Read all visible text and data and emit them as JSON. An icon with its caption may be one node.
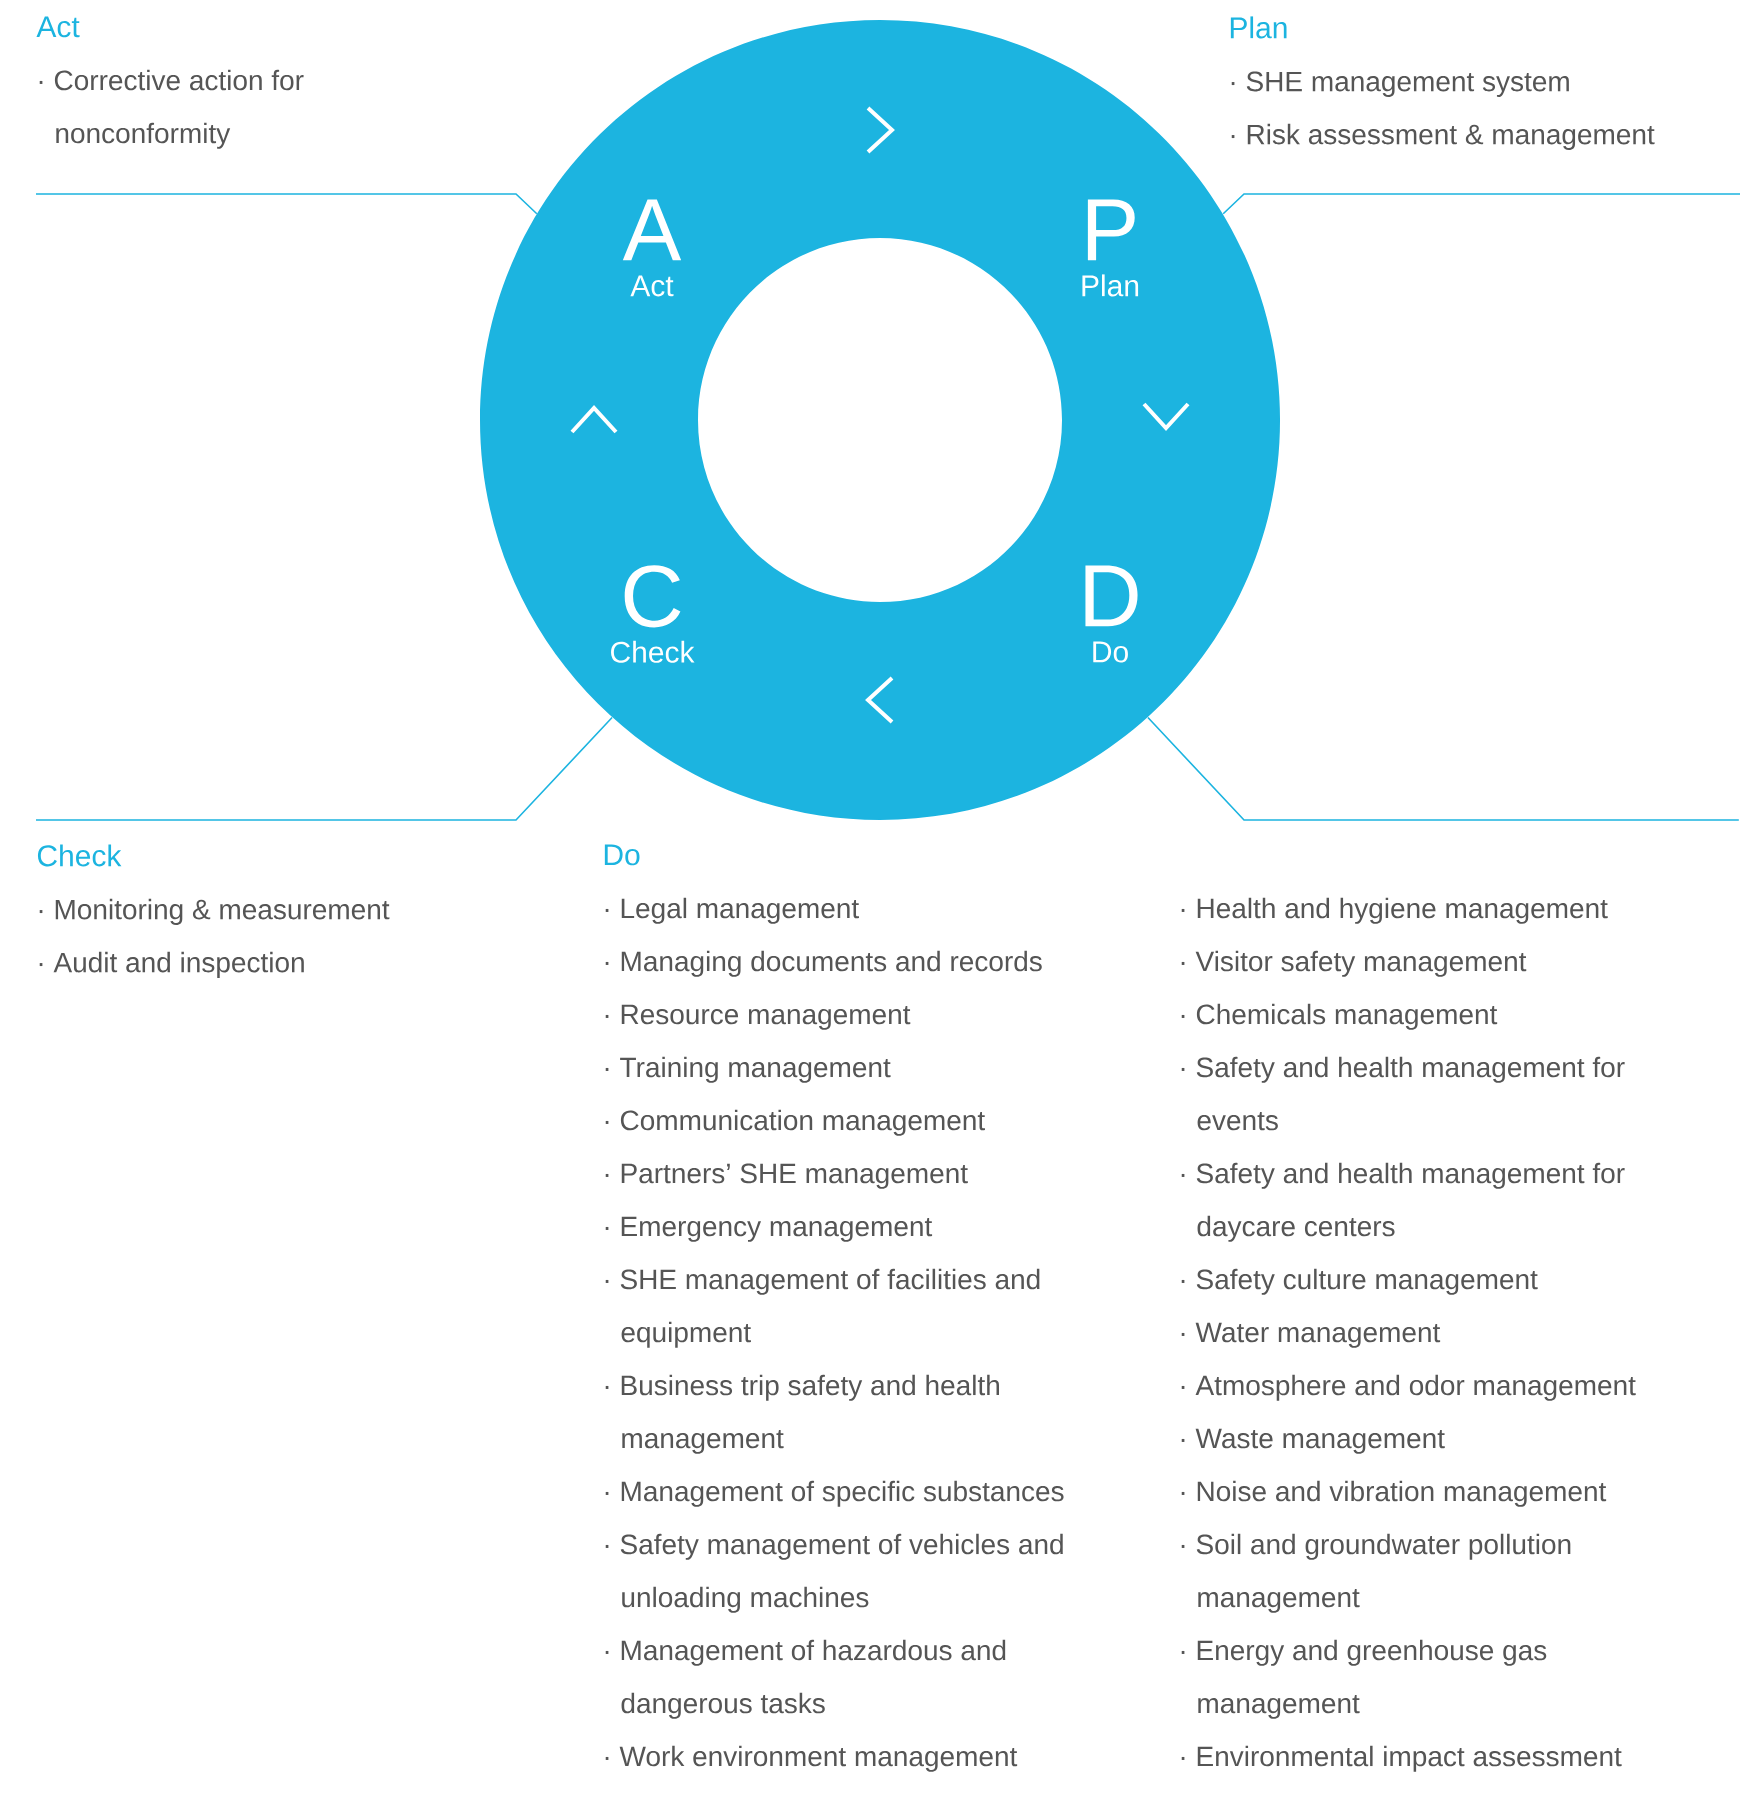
{
  "diagram": {
    "nodes": [
      {
        "text": [],
        "shape": "circle"
      },
      {
        "text": [
          "A",
          "Act"
        ],
        "in": 0
      },
      {
        "text": [
          "P",
          "Plan"
        ],
        "in": 0
      },
      {
        "text": [
          "D",
          "Do"
        ],
        "in": 0
      },
      {
        "text": [
          "C",
          "Check"
        ],
        "in": 0
      },
      {
        "text": [
          "Act",
          "· Corrective action for nonconformity"
        ]
      },
      {
        "text": [
          "Plan",
          "· SHE management system",
          "· Risk assessment & management"
        ]
      },
      {
        "text": [
          "Check",
          "· Monitoring & measurement",
          "· Audit and inspection"
        ]
      },
      {
        "text": [
          "Do",
          "· Legal management",
          "· Managing documents and records",
          "· Resource management",
          "· Training management",
          "· Communication management",
          "· Partners’ SHE management",
          "· Emergency management",
          "· SHE management of facilities and equipment",
          "· Business trip safety and health management",
          "· Management of specific substances",
          "· Safety management of vehicles and unloading machines",
          "· Management of hazardous and dangerous tasks",
          "· Work environment management",
          "· Health and hygiene management",
          "· Visitor safety management",
          "· Chemicals management",
          "· Safety and health management for events",
          "· Safety and health management for daycare centers",
          "· Safety culture management",
          "· Water management",
          "· Atmosphere and odor management",
          "· Waste management",
          "· Noise and vibration management",
          "· Soil and groundwater pollution management",
          "· Energy and greenhouse gas management",
          "· Environmental impact assessment"
        ]
      }
    ],
    "edges": [
      {
        "from": 0,
        "to": 5,
        "arrow": "none",
        "color": "#1cb4e0"
      },
      {
        "from": 0,
        "to": 6,
        "arrow": "none",
        "color": "#1cb4e0"
      },
      {
        "from": 0,
        "to": 7,
        "arrow": "none",
        "color": "#1cb4e0"
      },
      {
        "from": 0,
        "to": 8,
        "arrow": "none",
        "color": "#1cb4e0"
      }
    ]
  }
}
